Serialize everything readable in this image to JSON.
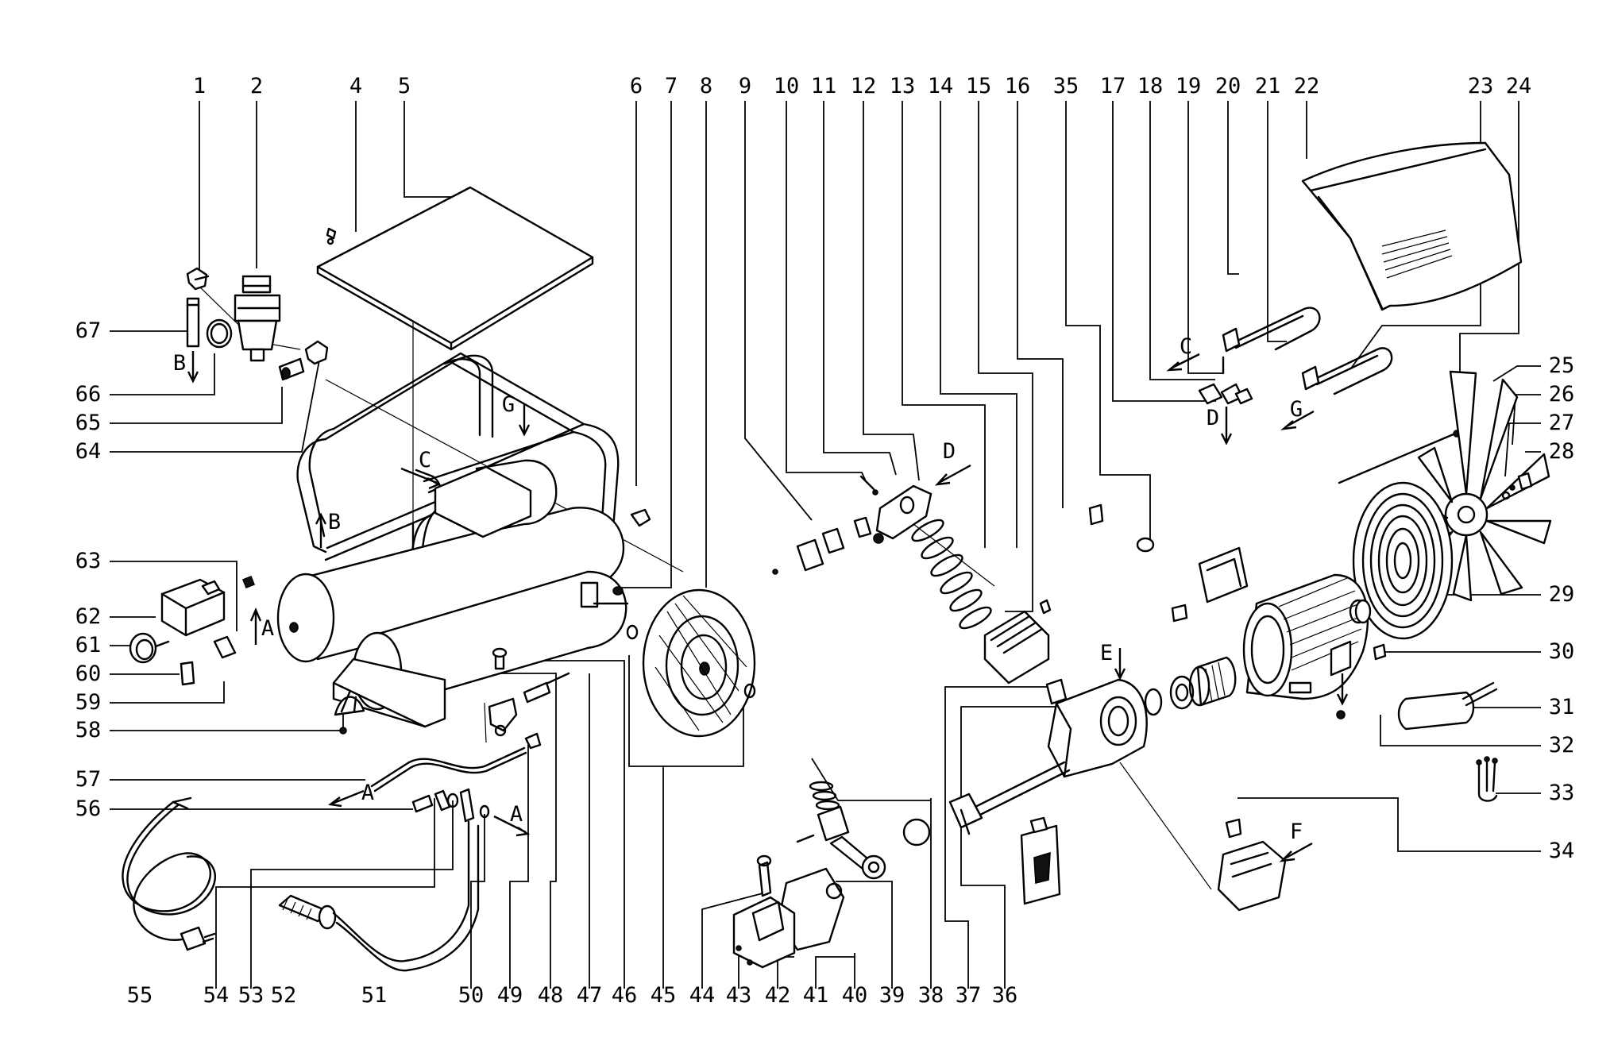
{
  "callouts_top": [
    "1",
    "2",
    "4",
    "5",
    "6",
    "7",
    "8",
    "9",
    "10",
    "11",
    "12",
    "13",
    "14",
    "15",
    "16",
    "35",
    "17",
    "18",
    "19",
    "20",
    "21",
    "22",
    "23",
    "24"
  ],
  "callouts_bottom": [
    "55",
    "54",
    "53",
    "52",
    "51",
    "50",
    "49",
    "48",
    "47",
    "46",
    "45",
    "44",
    "43",
    "42",
    "41",
    "40",
    "39",
    "38",
    "37",
    "36"
  ],
  "callouts_left": [
    "67",
    "66",
    "65",
    "64",
    "63",
    "62",
    "61",
    "60",
    "59",
    "58",
    "57",
    "56"
  ],
  "callouts_right": [
    "25",
    "26",
    "27",
    "28",
    "29",
    "30",
    "31",
    "32",
    "33",
    "34"
  ],
  "direction_letters": [
    "B",
    "A",
    "C",
    "G",
    "D",
    "E",
    "F",
    "B",
    "A",
    "A",
    "C",
    "D",
    "E",
    "G",
    "F"
  ],
  "colors": {
    "line": "#000000",
    "background": "#ffffff"
  }
}
